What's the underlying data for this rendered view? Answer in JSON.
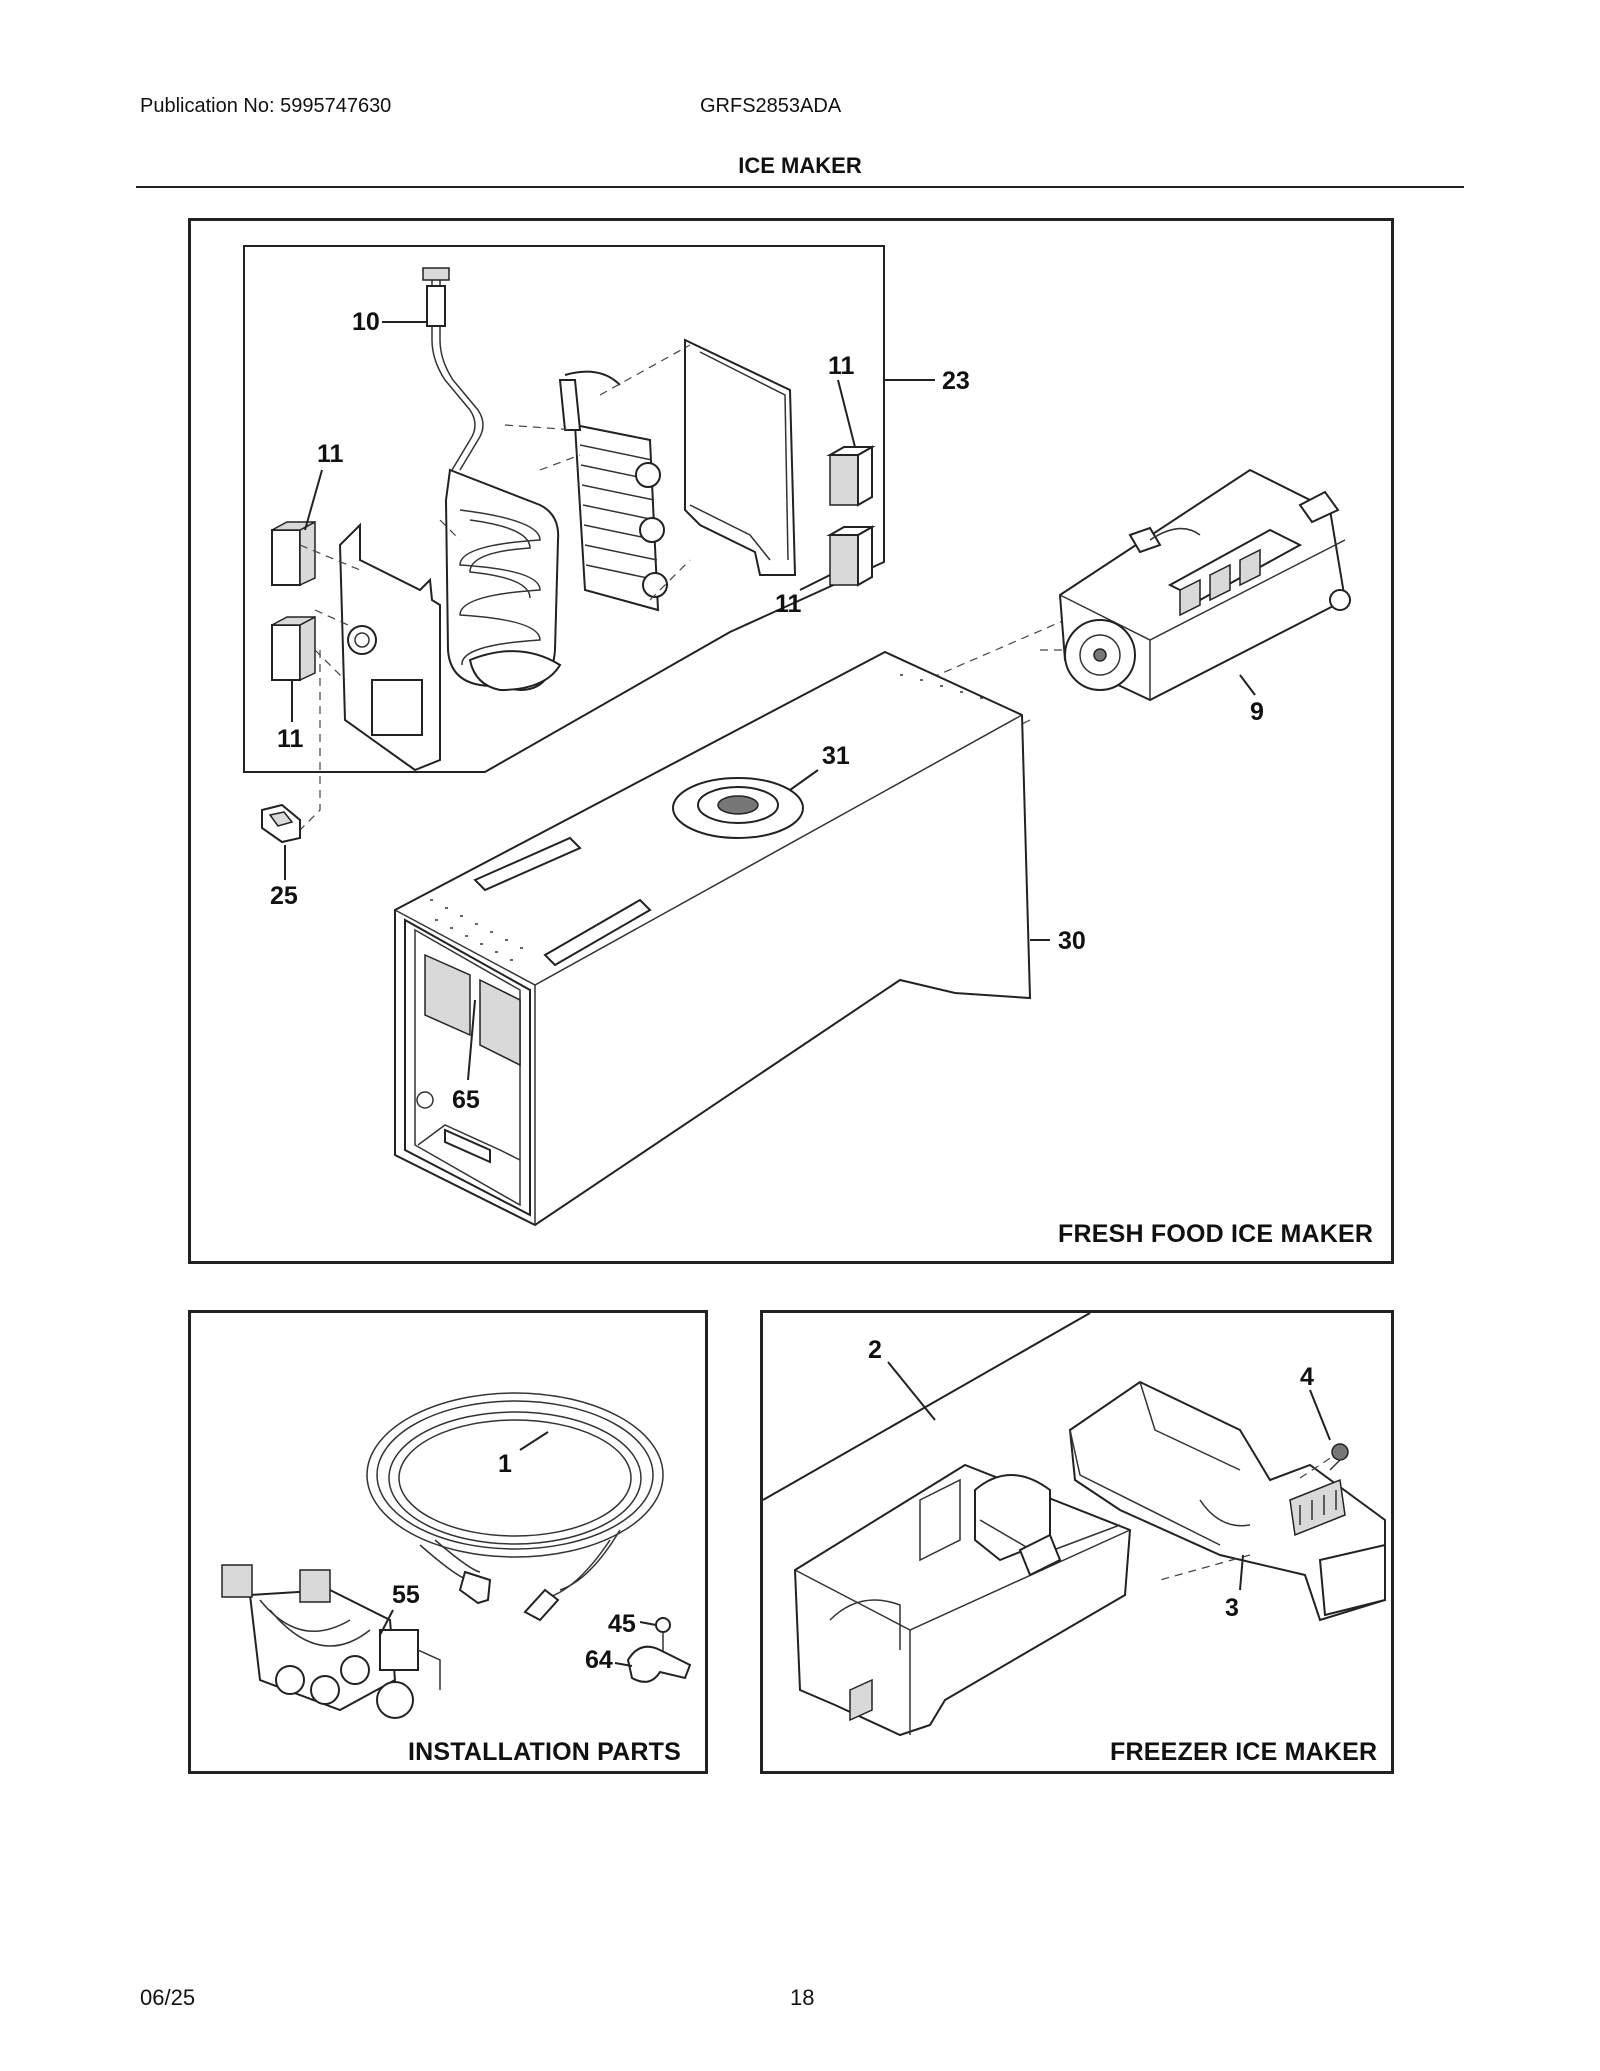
{
  "header": {
    "publication": "Publication No: 5995747630",
    "model": "GRFS2853ADA",
    "title": "ICE MAKER"
  },
  "panels": {
    "fresh_food": {
      "title": "FRESH FOOD ICE MAKER"
    },
    "installation": {
      "title": "INSTALLATION PARTS"
    },
    "freezer": {
      "title": "FREEZER ICE MAKER"
    }
  },
  "callouts": {
    "c10": "10",
    "c11a": "11",
    "c11b": "11",
    "c11c": "11",
    "c11d": "11",
    "c23": "23",
    "c9": "9",
    "c31": "31",
    "c25": "25",
    "c30": "30",
    "c65": "65",
    "c1": "1",
    "c55": "55",
    "c45": "45",
    "c64": "64",
    "c2": "2",
    "c4": "4",
    "c3": "3"
  },
  "footer": {
    "date": "06/25",
    "page": "18"
  }
}
